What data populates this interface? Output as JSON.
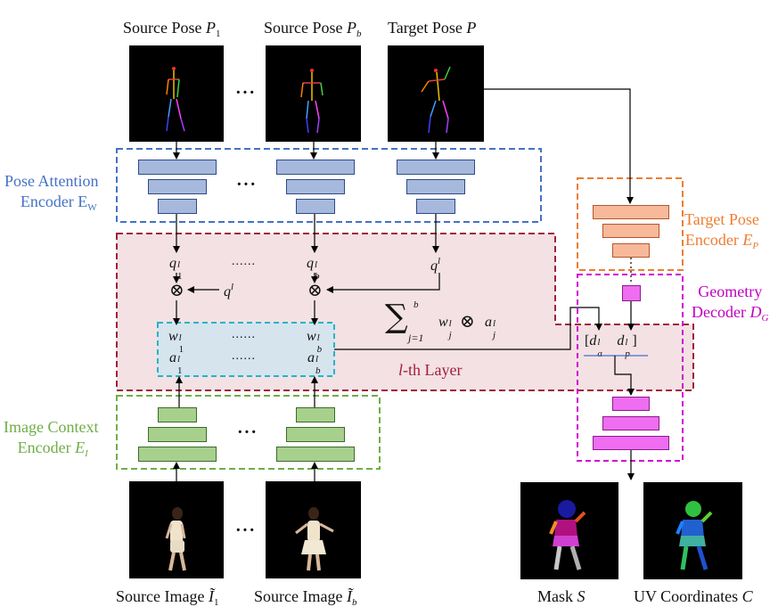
{
  "labels": {
    "source_pose_1": {
      "text": "Source Pose ",
      "var": "P",
      "sub": "1"
    },
    "source_pose_b": {
      "text": "Source Pose ",
      "var": "P",
      "sub": "b"
    },
    "target_pose": {
      "text": "Target Pose ",
      "var": "P"
    },
    "pose_attention_line1": "Pose Attention",
    "pose_attention_line2": "Encoder E",
    "pose_attention_sub": "W",
    "image_context_line1": "Image Context",
    "image_context_line2": "Encoder ",
    "image_context_var": "E",
    "image_context_sub": "I",
    "target_pose_enc_line1": "Target Pose",
    "target_pose_enc_line2": "Encoder ",
    "target_pose_enc_var": "E",
    "target_pose_enc_sub": "P",
    "geometry_line1": "Geometry",
    "geometry_line2": "Decoder ",
    "geometry_var": "D",
    "geometry_sub": "G",
    "layer_var": "l",
    "layer_text": "-th Layer",
    "source_image_1": {
      "text": "Source Image ",
      "var": "Ĩ",
      "sub": "1"
    },
    "source_image_b": {
      "text": "Source Image ",
      "var": "Ĩ",
      "sub": "b"
    },
    "mask": {
      "text": "Mask ",
      "var": "S"
    },
    "uv": {
      "text": "UV Coordinates ",
      "var": "C"
    }
  },
  "math": {
    "q1": {
      "base": "q",
      "sup": "l",
      "sub": "1"
    },
    "qb": {
      "base": "q",
      "sup": "l",
      "sub": "b"
    },
    "q": {
      "base": "q",
      "sup": "l"
    },
    "w1": {
      "base": "w",
      "sup": "l",
      "sub": "1"
    },
    "wb": {
      "base": "w",
      "sup": "l",
      "sub": "b"
    },
    "a1": {
      "base": "a",
      "sup": "l",
      "sub": "1"
    },
    "ab": {
      "base": "a",
      "sup": "l",
      "sub": "b"
    },
    "sum_upper": "b",
    "sum_lower": "j=1",
    "sum_w": {
      "base": "w",
      "sup": "l",
      "sub": "j"
    },
    "sum_a": {
      "base": "a",
      "sup": "l",
      "sub": "j"
    },
    "da": {
      "base": "d",
      "sup": "l",
      "sub": "a"
    },
    "dp": {
      "base": "d",
      "sup": "l",
      "sub": "p"
    },
    "otimes": "⊗",
    "ellipsis_bold": "···",
    "ellipsis_row": "......"
  },
  "colors": {
    "blue_dash": "#4472c4",
    "red_dash": "#a0203a",
    "red_fill": "#f3e1e4",
    "green_dash": "#70ad47",
    "cyan_dash": "#23b5c7",
    "cyan_fill": "#d6e4ee",
    "orange_dash": "#ed7d31",
    "magenta_dash": "#d000d0",
    "blue_text": "#4472c4",
    "green_text": "#70ad47",
    "orange_text": "#ed7d31",
    "magenta_text": "#c000c0",
    "red_text": "#a0203a"
  }
}
